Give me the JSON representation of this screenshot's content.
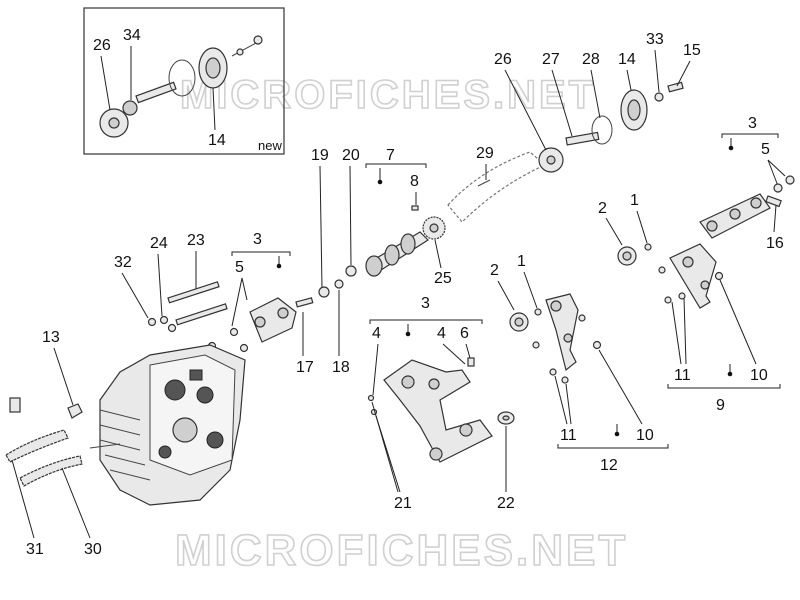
{
  "watermark": "MICROFICHES.NET",
  "inset_note": "new",
  "labels": {
    "l26a": "26",
    "l34": "34",
    "l14a": "14",
    "l19": "19",
    "l20": "20",
    "l7": "7",
    "l8": "8",
    "l29": "29",
    "l26b": "26",
    "l27": "27",
    "l28": "28",
    "l14b": "14",
    "l33": "33",
    "l15": "15",
    "l3a": "3",
    "l5a": "5",
    "l16": "16",
    "l2a": "2",
    "l1a": "1",
    "l24": "24",
    "l23": "23",
    "l32": "32",
    "l3b": "3",
    "l5b": "5",
    "l25": "25",
    "l2b": "2",
    "l1b": "1",
    "l17": "17",
    "l18": "18",
    "l3c": "3",
    "l4a": "4",
    "l4b": "4",
    "l6": "6",
    "l13": "13",
    "l11a": "11",
    "l10a": "10",
    "l9": "9",
    "l11b": "11",
    "l10b": "10",
    "l12": "12",
    "l21": "21",
    "l22": "22",
    "l31": "31",
    "l30": "30"
  }
}
